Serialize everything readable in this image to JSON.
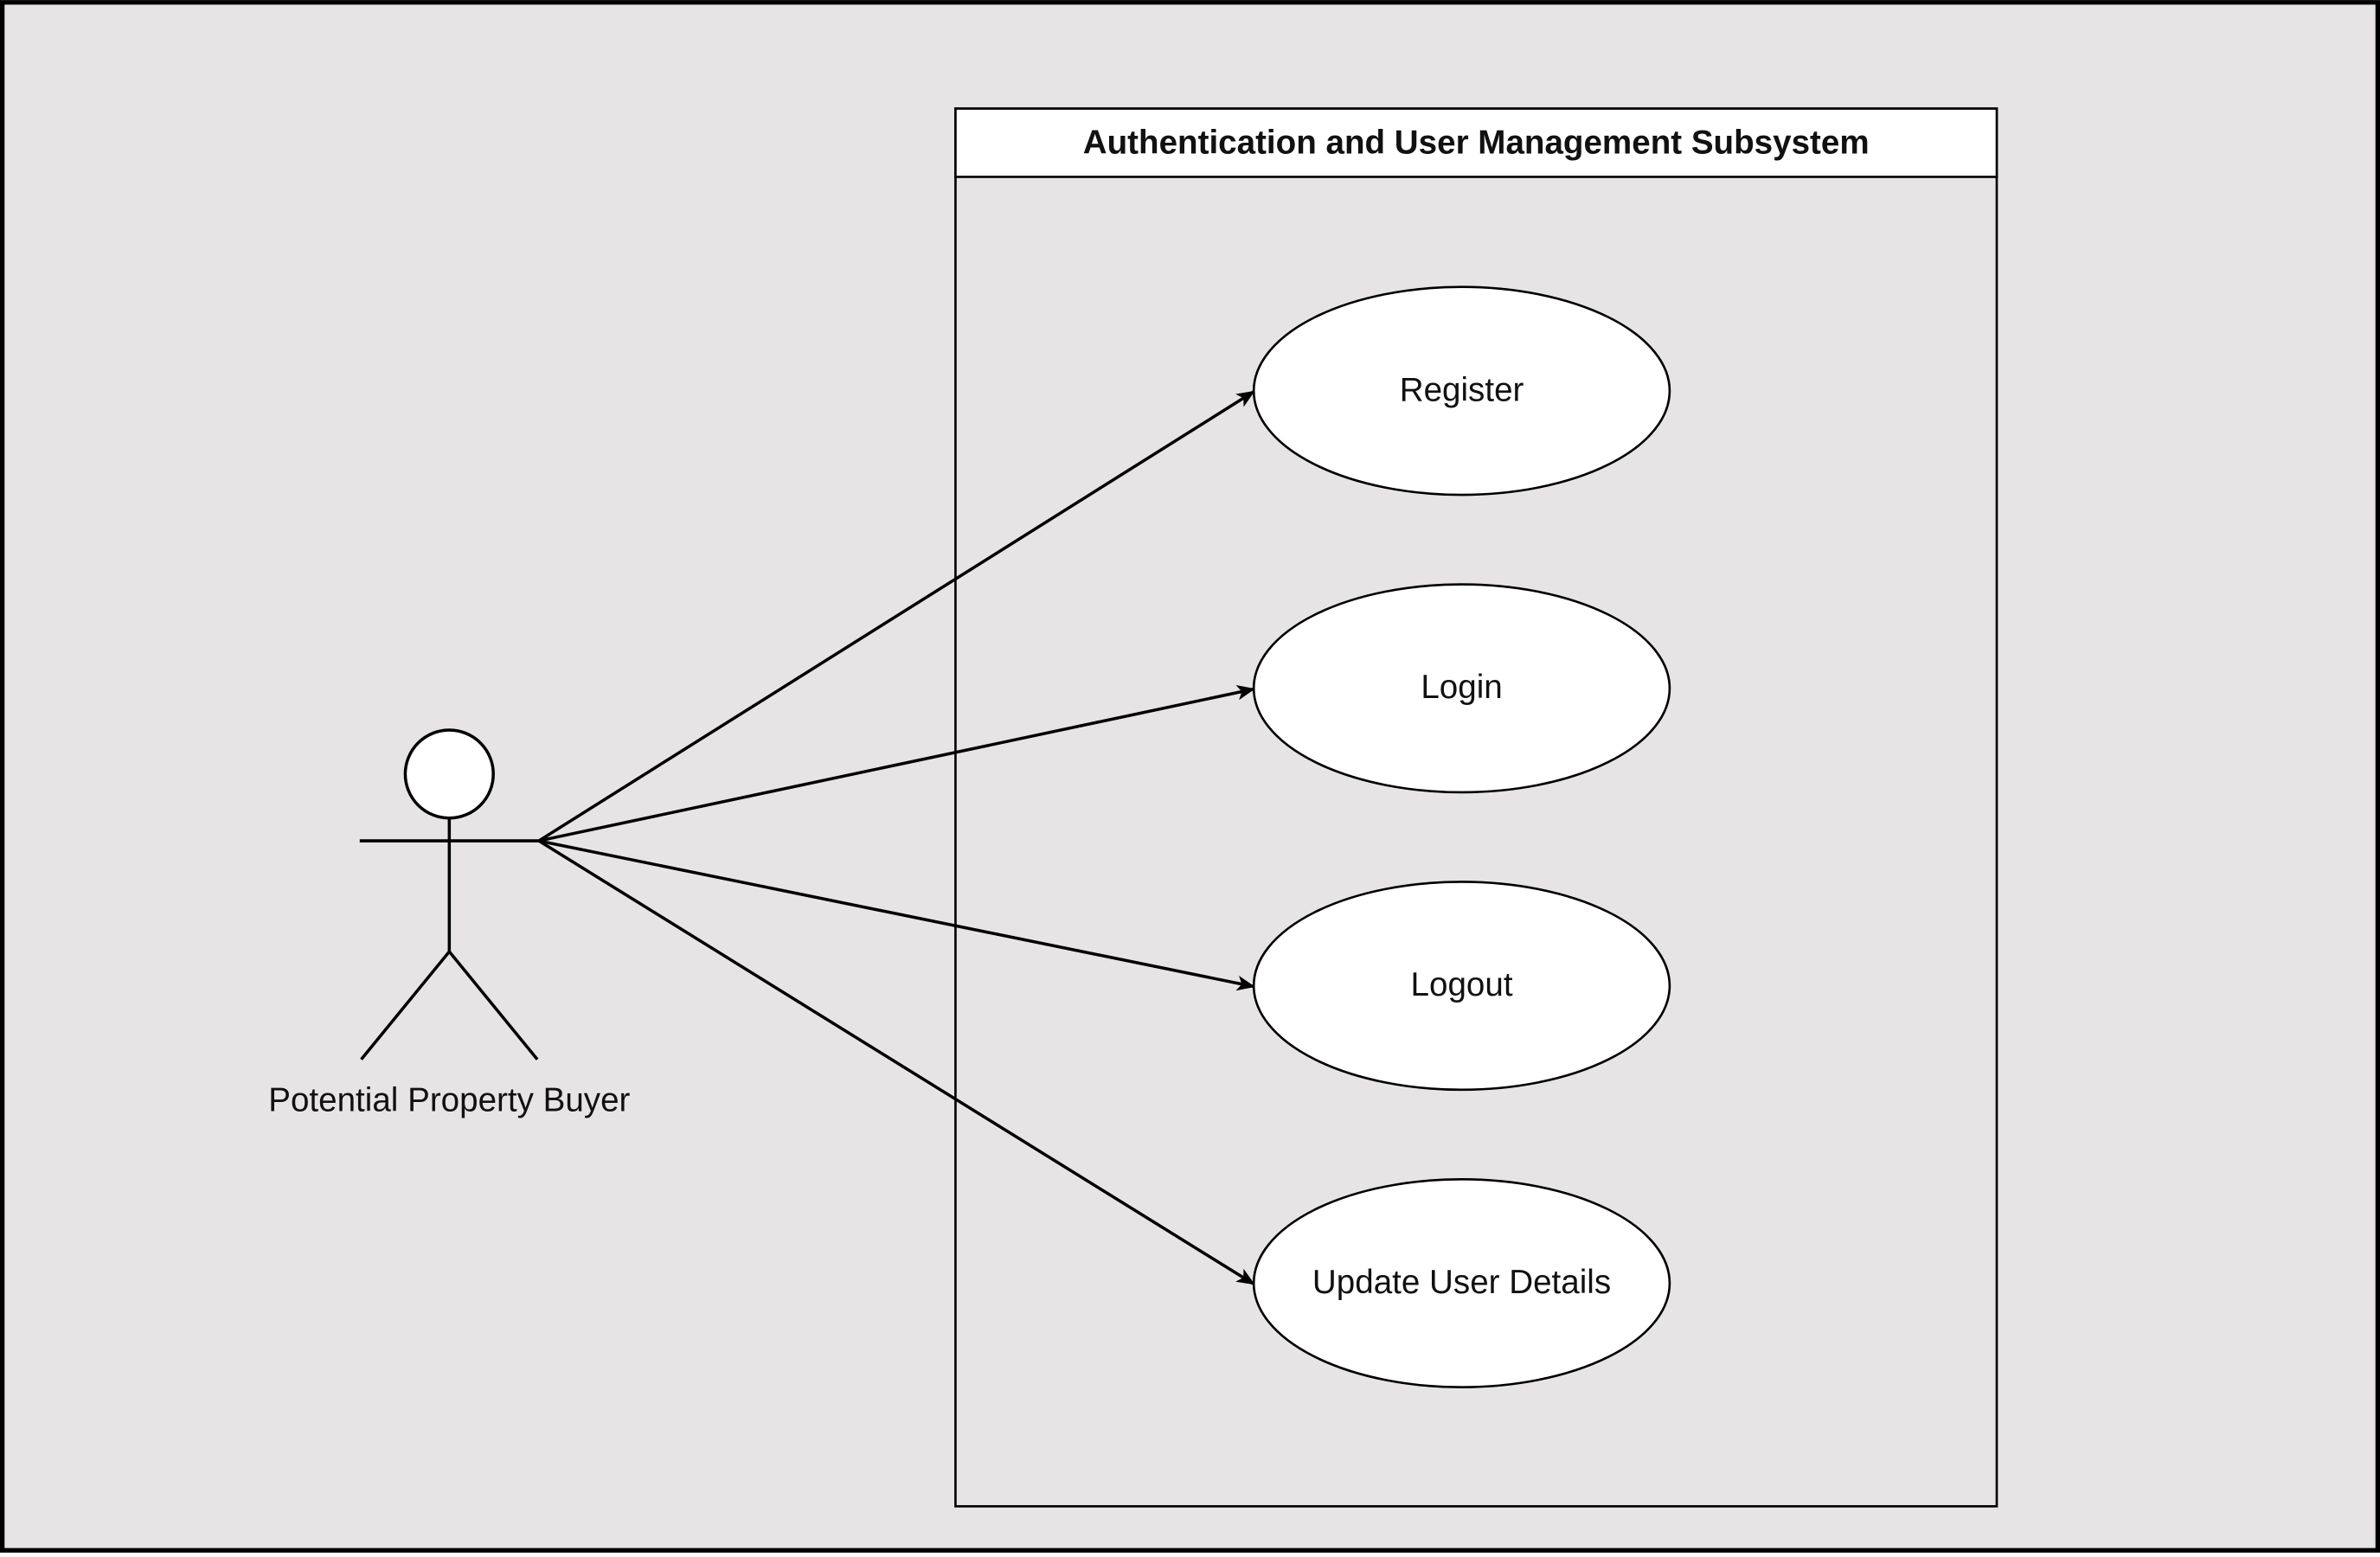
{
  "diagram": {
    "type": "uml-use-case",
    "background_color": "#e6e4e5",
    "border_color": "#000000",
    "system": {
      "title": "Authentication and User Management Subsystem"
    },
    "actor": {
      "label": "Potential Property Buyer"
    },
    "use_cases": [
      {
        "label": "Register"
      },
      {
        "label": "Login"
      },
      {
        "label": "Logout"
      },
      {
        "label": "Update User Details"
      }
    ],
    "associations": [
      {
        "from": "Potential Property Buyer",
        "to": "Register",
        "arrow": "open-filled"
      },
      {
        "from": "Potential Property Buyer",
        "to": "Login",
        "arrow": "open-filled"
      },
      {
        "from": "Potential Property Buyer",
        "to": "Logout",
        "arrow": "open-filled"
      },
      {
        "from": "Potential Property Buyer",
        "to": "Update User Details",
        "arrow": "open-filled"
      }
    ]
  }
}
